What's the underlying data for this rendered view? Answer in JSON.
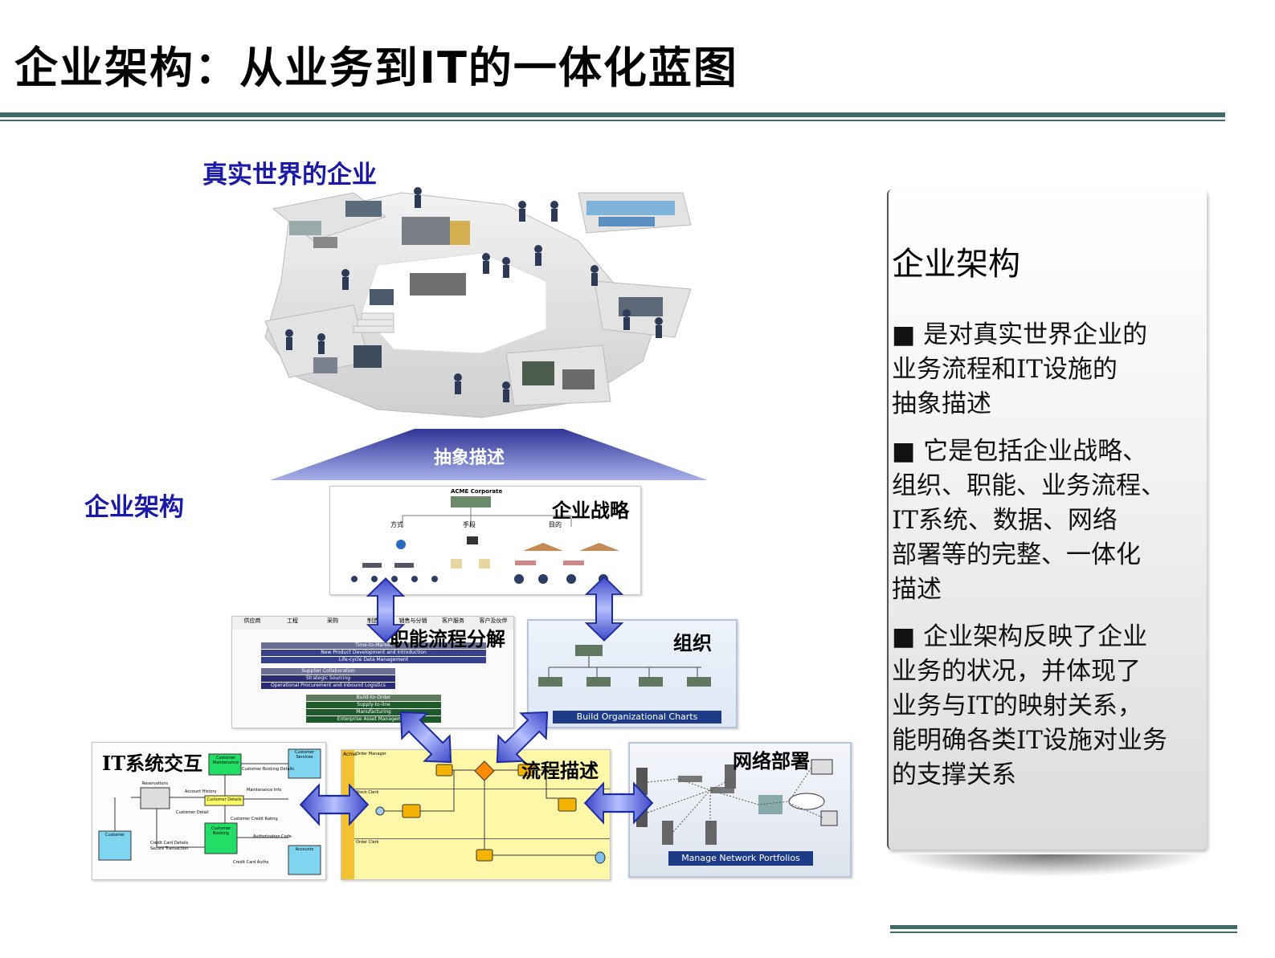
{
  "title": "企业架构：从业务到IT的一体化蓝图",
  "labels": {
    "real_world": "真实世界的企业",
    "abstraction": "抽象描述",
    "enterprise_architecture": "企业架构"
  },
  "panels": {
    "strategy": {
      "label": "企业战略",
      "root": "ACME Corporate",
      "branches": [
        "方式",
        "手段",
        "目的"
      ]
    },
    "functions": {
      "label": "职能流程分解",
      "columns": [
        "供应商",
        "工程",
        "采购",
        "制造",
        "销售与分销",
        "客户服务",
        "客户及伙伴"
      ],
      "bars": [
        "Time-to-Market",
        "New Product Development and Introduction",
        "Life-cycle Data Management",
        "Supplier Collaboration",
        "Strategic Sourcing",
        "Operational Procurement and Inbound Logistics",
        "Build-to-Order",
        "Supply-to-line",
        "Manufacturing",
        "Enterprise Asset Management"
      ]
    },
    "organization": {
      "label": "组织",
      "caption": "Build Organizational Charts"
    },
    "it_systems": {
      "label": "IT系统交互",
      "nodes": [
        "Customer Maintenance",
        "Customer Services",
        "Customer",
        "Customer Booking",
        "Reservations",
        "Customer Details",
        "Accounts"
      ],
      "flows": [
        "Customer Booking Details",
        "Account History",
        "Maintenance Info",
        "Customer Detail",
        "Customer Credit Rating",
        "Credit Card Details",
        "Secure Transaction",
        "Authorization Code",
        "Credit Card Auths"
      ]
    },
    "process": {
      "label": "流程描述",
      "lanes": [
        "Order Manager",
        "Stock Clerk",
        "Order Clerk"
      ],
      "pool": "Acme"
    },
    "network": {
      "label": "网络部署",
      "caption": "Manage Network Portfolios"
    }
  },
  "right_panel": {
    "title": "企业架构",
    "bullets": [
      [
        "■ 是对真实世界企业的",
        "业务流程和IT设施的",
        "抽象描述"
      ],
      [
        "■ 它是包括企业战略、",
        "组织、职能、业务流程、",
        "IT系统、数据、网络",
        "部署等的完整、一体化",
        "描述"
      ],
      [
        "■ 企业架构反映了企业",
        "业务的状况，并体现了",
        "业务与IT的映射关系，",
        "能明确各类IT设施对业务",
        "的支撑关系"
      ]
    ]
  }
}
